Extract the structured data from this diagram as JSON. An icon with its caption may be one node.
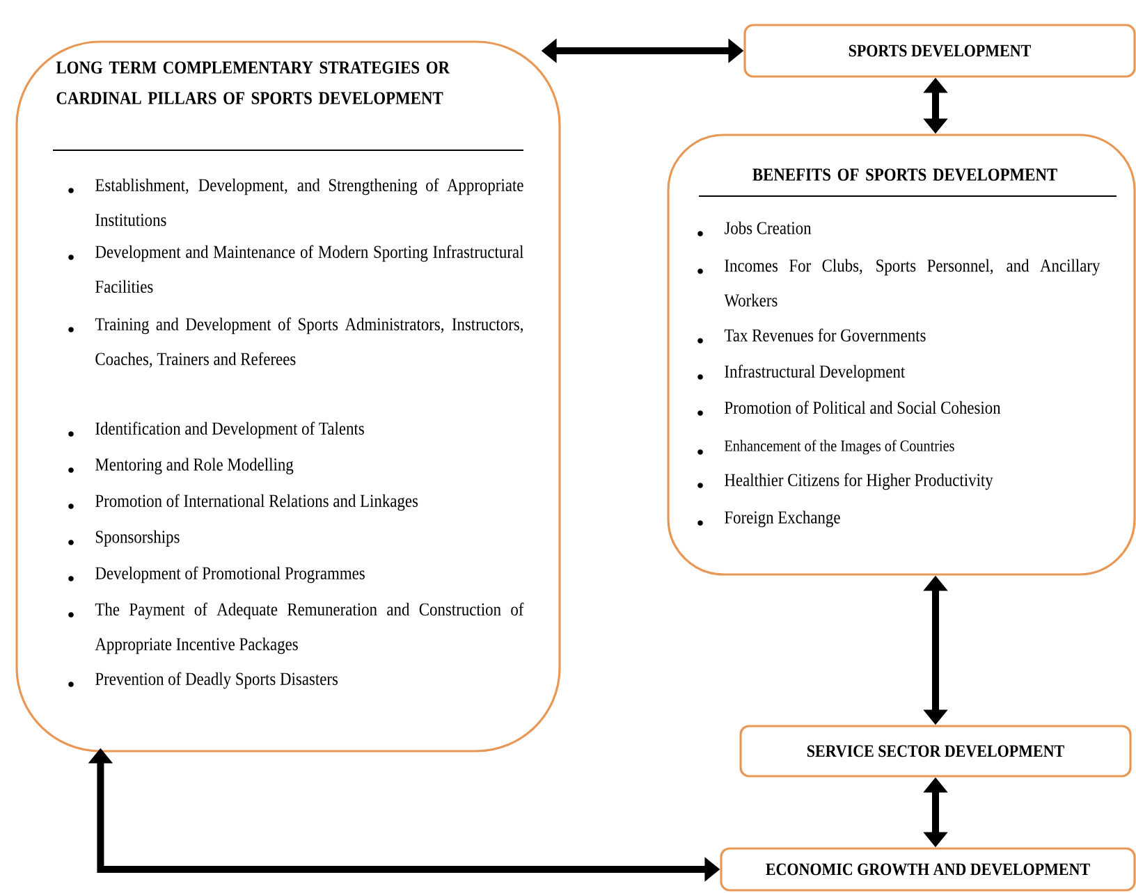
{
  "diagram": {
    "nodes": [
      {
        "text": [
          "LONG TERM COMPLEMENTARY STRATEGIES OR CARDINAL PILLARS OF SPORTS DEVELOPMENT",
          "Establishment, Development, and Strengthening of Appropriate Institutions",
          "Development and Maintenance of Modern Sporting Infrastructural Facilities",
          "Training and Development of Sports Administrators, Instructors, Coaches, Trainers and Referees",
          "Identification and Development of Talents",
          "Mentoring and Role Modelling",
          "Promotion of International Relations and Linkages",
          "Sponsorships",
          "Development of Promotional Programmes",
          "The Payment of Adequate Remuneration and Construction of Appropriate Incentive Packages",
          "Prevention of Deadly Sports Disasters"
        ]
      },
      {
        "text": [
          "SPORTS DEVELOPMENT"
        ]
      },
      {
        "text": [
          "BENEFITS OF SPORTS DEVELOPMENT",
          "Jobs Creation",
          "Incomes For Clubs, Sports Personnel, and Ancillary Workers",
          "Tax Revenues for Governments",
          "Infrastructural Development",
          "Promotion of Political and Social Cohesion",
          "Enhancement of the Images of Countries",
          "Healthier Citizens for Higher Productivity",
          "Foreign Exchange"
        ]
      },
      {
        "text": [
          "SERVICE SECTOR DEVELOPMENT"
        ]
      },
      {
        "text": [
          "ECONOMIC GROWTH AND DEVELOPMENT"
        ]
      }
    ],
    "edges": [
      {
        "from": 0,
        "to": 1,
        "arrow": "both"
      },
      {
        "from": 1,
        "to": 2,
        "arrow": "both"
      },
      {
        "from": 2,
        "to": 3,
        "arrow": "both"
      },
      {
        "from": 3,
        "to": 4,
        "arrow": "both"
      },
      {
        "from": 4,
        "to": 0,
        "arrow": "both"
      }
    ]
  }
}
